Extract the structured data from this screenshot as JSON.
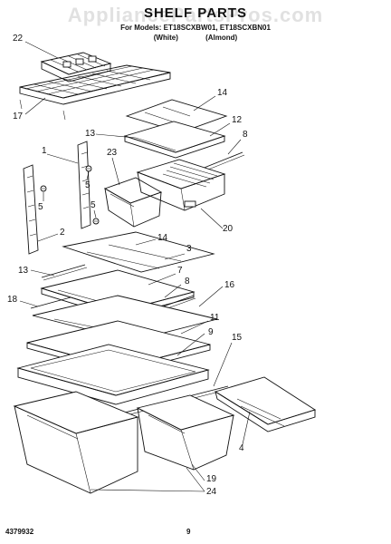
{
  "header": {
    "watermark": "AppliancePartsPros.com",
    "title": "SHELF PARTS",
    "models_line": "For Models: ET18SCXBW01, ET18SCXBN01",
    "color_white": "(White)",
    "color_almond": "(Almond)"
  },
  "callouts": [
    {
      "id": "c22",
      "text": "22"
    },
    {
      "id": "c17",
      "text": "17"
    },
    {
      "id": "c14a",
      "text": "14"
    },
    {
      "id": "c12",
      "text": "12"
    },
    {
      "id": "c13a",
      "text": "13"
    },
    {
      "id": "c8a",
      "text": "8"
    },
    {
      "id": "c23",
      "text": "23"
    },
    {
      "id": "c1",
      "text": "1"
    },
    {
      "id": "c5a",
      "text": "5"
    },
    {
      "id": "c5b",
      "text": "5"
    },
    {
      "id": "c5c",
      "text": "5"
    },
    {
      "id": "c20",
      "text": "20"
    },
    {
      "id": "c2",
      "text": "2"
    },
    {
      "id": "c14b",
      "text": "14"
    },
    {
      "id": "c3",
      "text": "3"
    },
    {
      "id": "c7",
      "text": "7"
    },
    {
      "id": "c13b",
      "text": "13"
    },
    {
      "id": "c8b",
      "text": "8"
    },
    {
      "id": "c16",
      "text": "16"
    },
    {
      "id": "c18",
      "text": "18"
    },
    {
      "id": "c11",
      "text": "11"
    },
    {
      "id": "c9",
      "text": "9"
    },
    {
      "id": "c15",
      "text": "15"
    },
    {
      "id": "c4",
      "text": "4"
    },
    {
      "id": "c19",
      "text": "19"
    },
    {
      "id": "c24",
      "text": "24"
    }
  ],
  "footer": {
    "part_number": "4379932",
    "page_number": "9"
  }
}
